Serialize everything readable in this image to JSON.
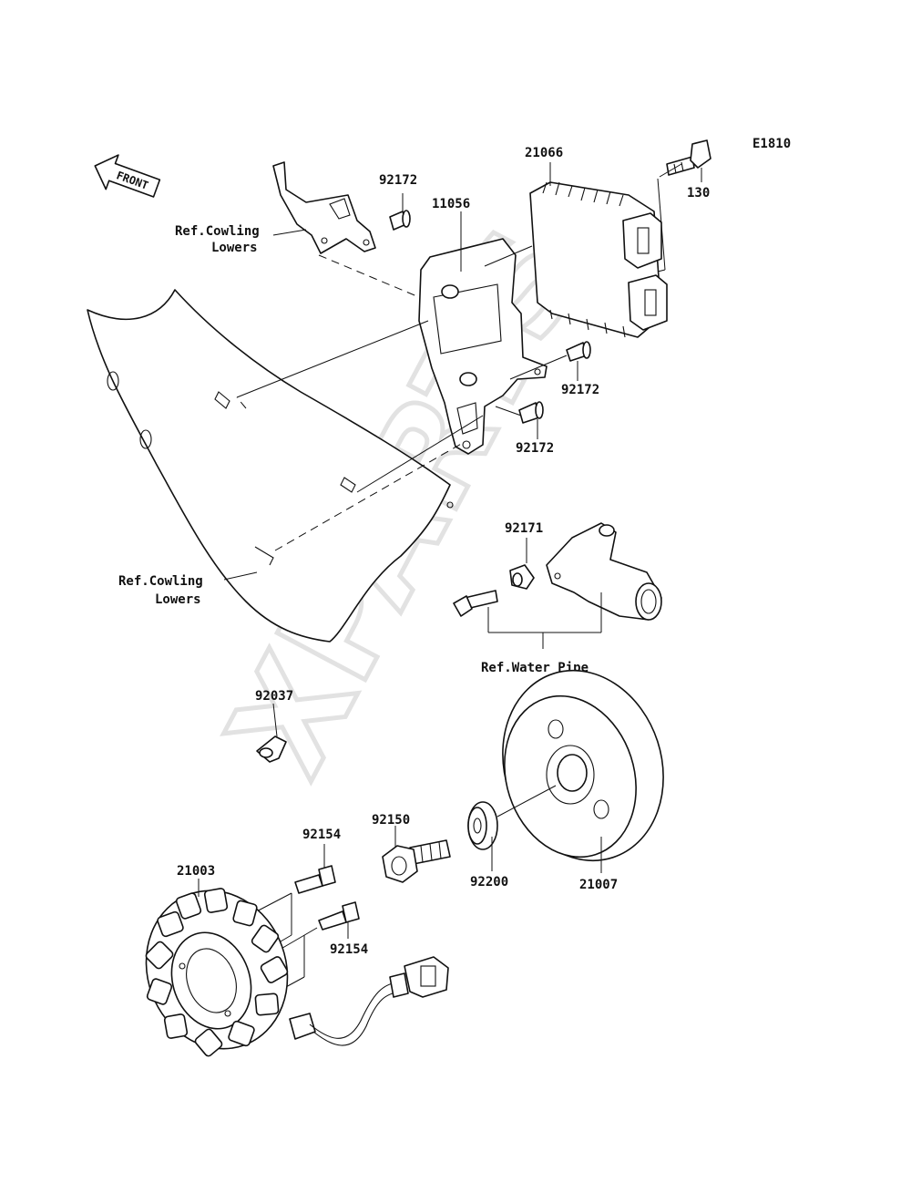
{
  "diagram_code": "E1810",
  "front_arrow_text": "FRONT",
  "watermark": "XPARTS",
  "labels": {
    "p21066": "21066",
    "p130": "130",
    "p92172_a": "92172",
    "p11056": "11056",
    "p92172_b": "92172",
    "p92172_c": "92172",
    "p92171": "92171",
    "p92037": "92037",
    "p92150": "92150",
    "p92200": "92200",
    "p21007": "21007",
    "p92154_a": "92154",
    "p92154_b": "92154",
    "p21003": "21003"
  },
  "refs": {
    "cowling_top_line1": "Ref.Cowling",
    "cowling_top_line2": "Lowers",
    "cowling_bottom_line1": "Ref.Cowling",
    "cowling_bottom_line2": "Lowers",
    "water_pipe": "Ref.Water Pipe"
  }
}
